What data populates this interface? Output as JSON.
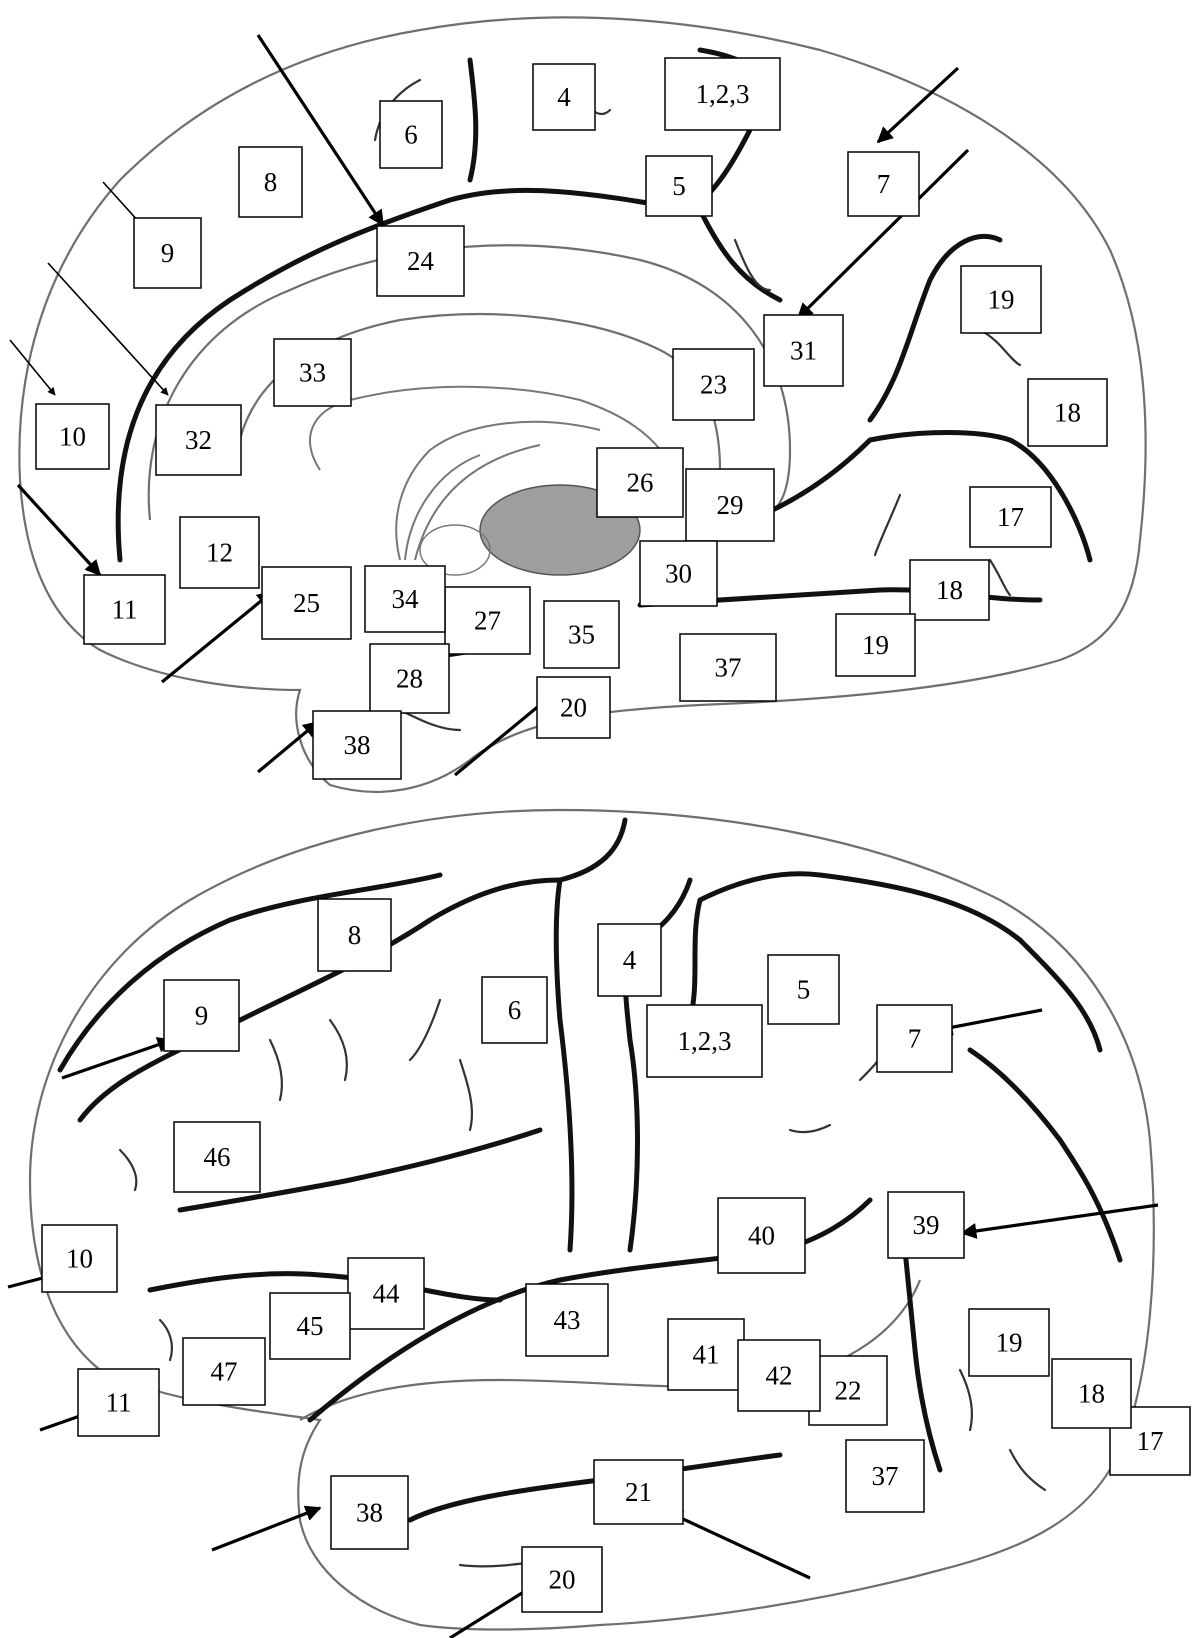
{
  "medial_view": {
    "labels": [
      "1,2,3",
      "4",
      "5",
      "6",
      "7",
      "8",
      "9",
      "10",
      "11",
      "12",
      "17",
      "18",
      "18",
      "19",
      "19",
      "20",
      "23",
      "24",
      "25",
      "26",
      "27",
      "28",
      "29",
      "30",
      "31",
      "32",
      "33",
      "34",
      "35",
      "37",
      "38"
    ]
  },
  "lateral_view": {
    "labels": [
      "1,2,3",
      "4",
      "5",
      "6",
      "7",
      "8",
      "9",
      "10",
      "11",
      "17",
      "18",
      "19",
      "20",
      "21",
      "22",
      "37",
      "38",
      "39",
      "40",
      "41",
      "42",
      "43",
      "44",
      "45",
      "46",
      "47"
    ]
  }
}
